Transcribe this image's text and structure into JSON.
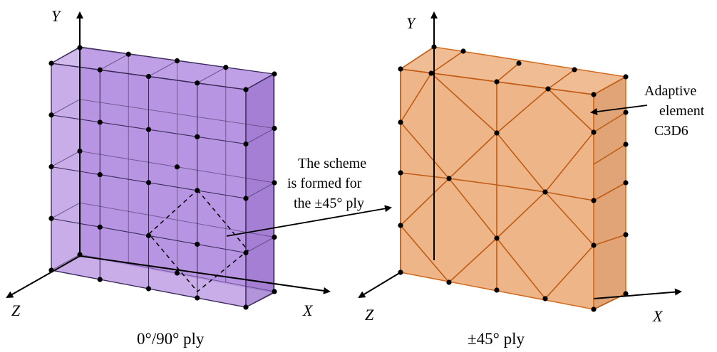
{
  "left_panel": {
    "axis_y": "Y",
    "axis_x": "X",
    "axis_z": "Z",
    "caption": "0°/90° ply",
    "face_color": "#9b6ad6",
    "edge_color": "#3a2a5a"
  },
  "right_panel": {
    "axis_y": "Y",
    "axis_x": "X",
    "axis_z": "Z",
    "caption": "±45° ply",
    "face_color": "#e8a066",
    "edge_color": "#d26a1e"
  },
  "annotation_scheme": {
    "lines": [
      "The scheme",
      "is formed for",
      "the ±45° ply"
    ]
  },
  "annotation_element": {
    "lines": [
      "Adaptive",
      "element",
      "C3D6"
    ]
  },
  "node_color": "#000000"
}
